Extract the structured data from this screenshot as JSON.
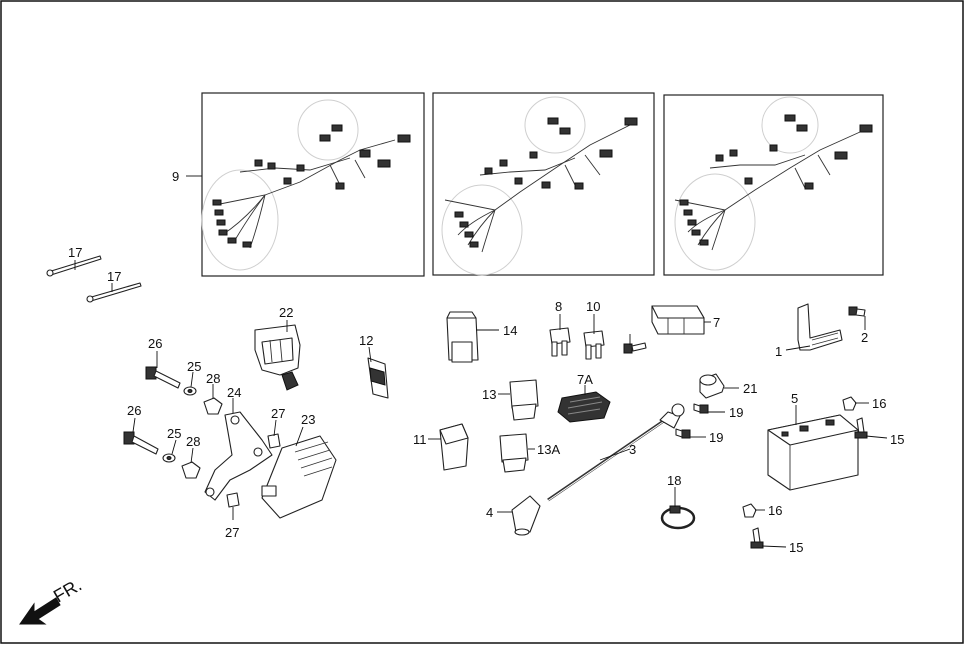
{
  "diagram": {
    "direction_label": "FR.",
    "callouts": {
      "c1": "1",
      "c2": "2",
      "c3": "3",
      "c4": "4",
      "c5": "5",
      "c7": "7",
      "c7A": "7A",
      "c8": "8",
      "c9": "9",
      "c10": "10",
      "c11": "11",
      "c12": "12",
      "c13": "13",
      "c13A": "13A",
      "c14": "14",
      "c15a": "15",
      "c15b": "15",
      "c16a": "16",
      "c16b": "16",
      "c17a": "17",
      "c17b": "17",
      "c18": "18",
      "c19a": "19",
      "c19b": "19",
      "c21": "21",
      "c22": "22",
      "c23": "23",
      "c24": "24",
      "c25a": "25",
      "c25b": "25",
      "c26a": "26",
      "c26b": "26",
      "c27a": "27",
      "c27b": "27",
      "c28a": "28",
      "c28b": "28"
    },
    "colors": {
      "line": "#222222",
      "background": "#ffffff",
      "fill_dark": "#333333"
    }
  }
}
